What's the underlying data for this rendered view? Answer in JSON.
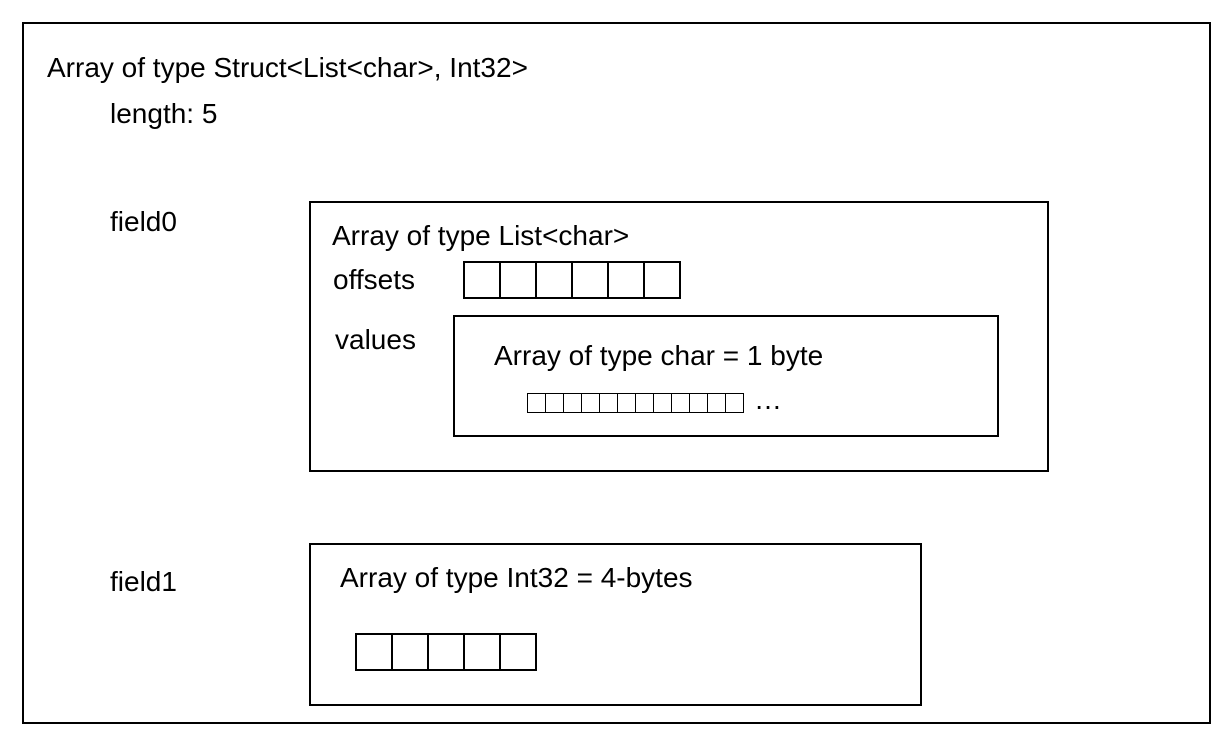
{
  "outer": {
    "title": "Array of type Struct<List<char>, Int32>",
    "length_label": "length: 5"
  },
  "field0": {
    "label": "field0",
    "list_array": {
      "title": "Array of type List<char>",
      "offsets_label": "offsets",
      "offsets_cell_count": 6,
      "values_label": "values",
      "char_array": {
        "title": "Array of type char = 1 byte",
        "cell_count": 12,
        "ellipsis": "…"
      }
    }
  },
  "field1": {
    "label": "field1",
    "int_array": {
      "title": "Array of type Int32 = 4-bytes",
      "cell_count": 5
    }
  }
}
